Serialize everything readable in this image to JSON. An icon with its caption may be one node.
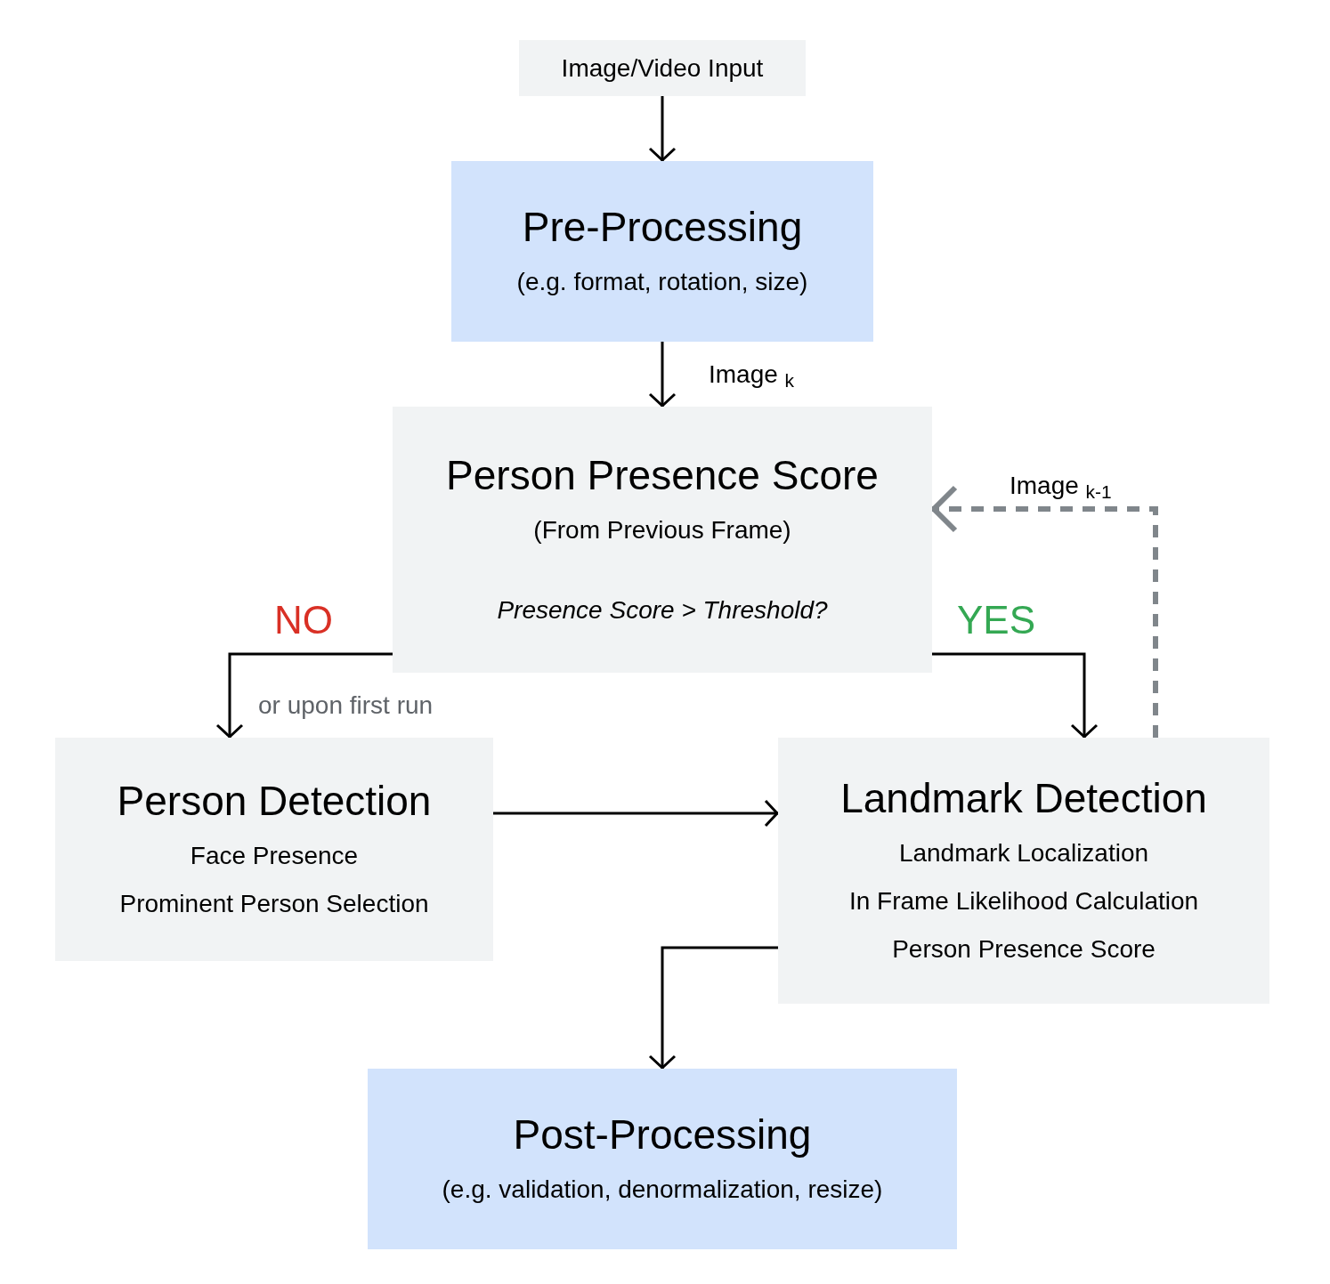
{
  "diagram": {
    "nodes": [
      {
        "text": [
          "Image/Video Input"
        ]
      },
      {
        "text": [
          "Pre-Processing",
          "(e.g. format, rotation, size)"
        ]
      },
      {
        "text": [
          "Person Presence Score",
          "(From Previous Frame)",
          "Presence Score > Threshold?"
        ]
      },
      {
        "text": [
          "Person Detection",
          "Face Presence",
          "Prominent Person Selection"
        ]
      },
      {
        "text": [
          "Landmark Detection",
          "Landmark Localization",
          "In Frame Likelihood Calculation",
          "Person Presence Score"
        ]
      },
      {
        "text": [
          "Post-Processing",
          "(e.g. validation, denormalization, resize)"
        ]
      }
    ],
    "edges": [
      {
        "from": 0,
        "to": 1,
        "arrow": "to"
      },
      {
        "from": 1,
        "to": 2,
        "arrow": "to",
        "label": "Image $_{k}$"
      },
      {
        "from": 2,
        "to": 3,
        "arrow": "to",
        "label": "NO"
      },
      {
        "from": 2,
        "to": 4,
        "arrow": "to",
        "label": "YES"
      },
      {
        "from": 3,
        "to": 4,
        "arrow": "to"
      },
      {
        "from": 4,
        "to": 2,
        "arrow": "to",
        "label": "Image $_{k-1}$",
        "style": "dashed",
        "color": "#80868b"
      },
      {
        "from": 4,
        "to": 5,
        "arrow": "to"
      }
    ],
    "labels": [
      "or upon first run"
    ]
  }
}
